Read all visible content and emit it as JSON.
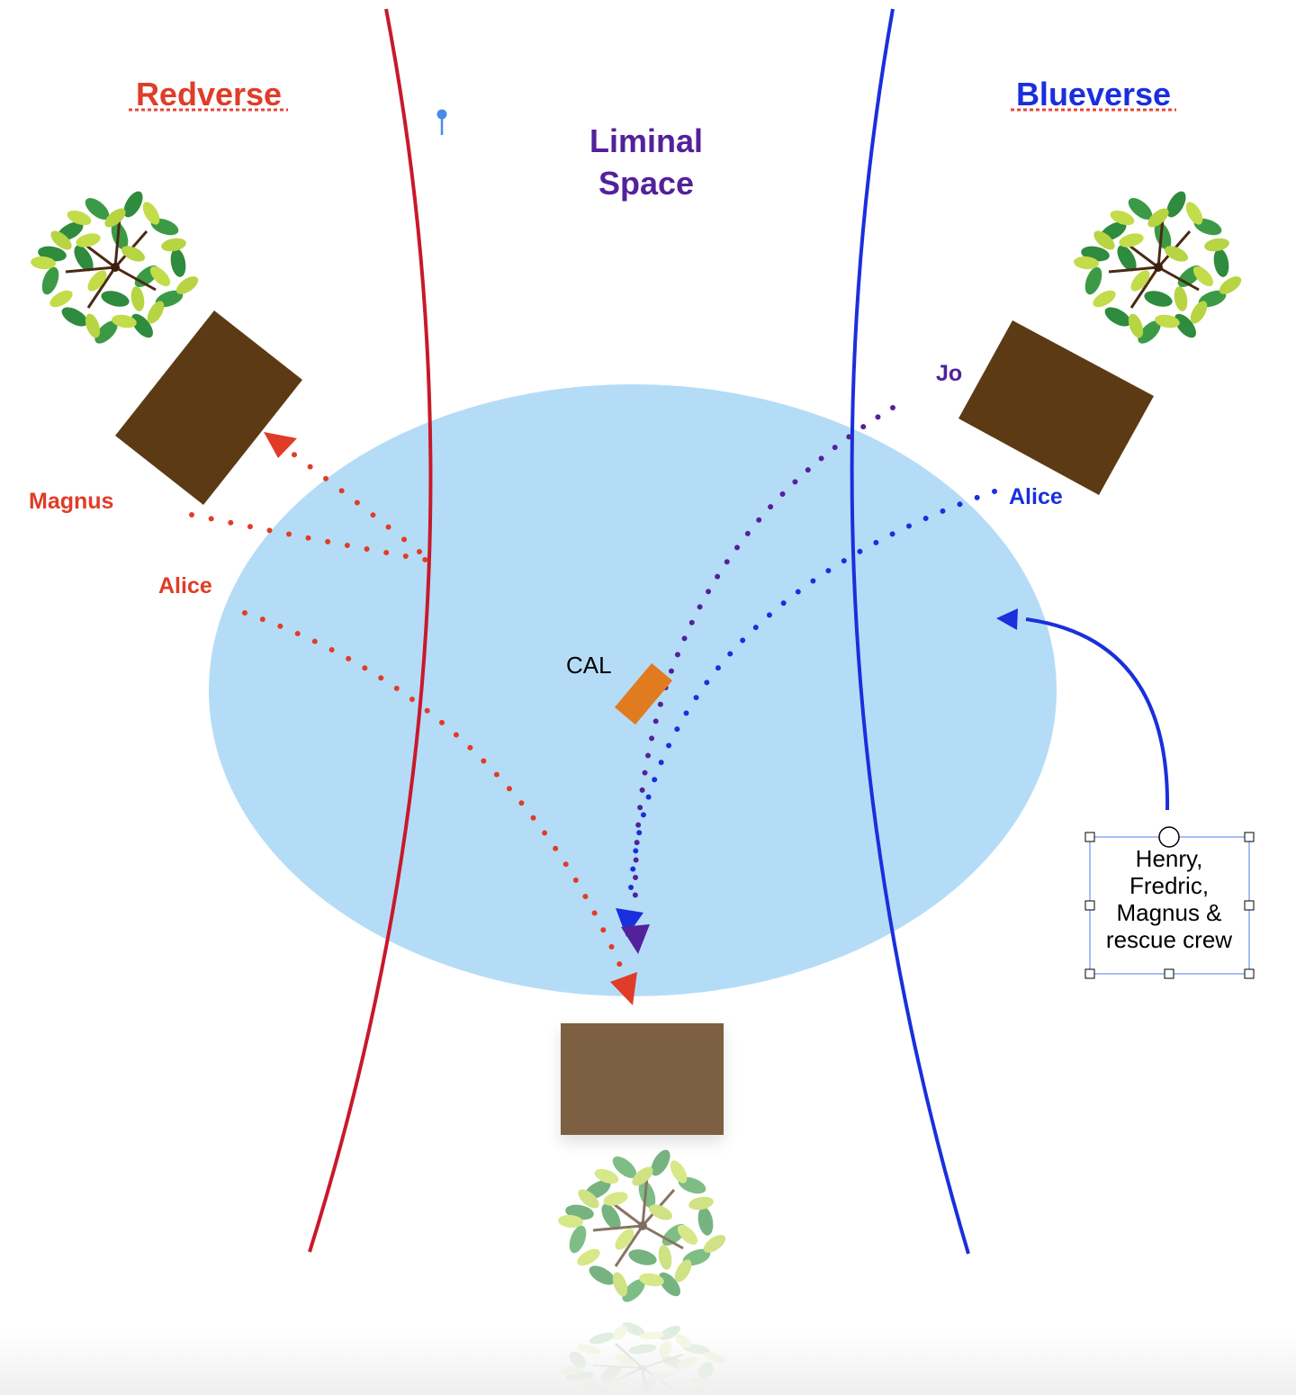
{
  "regions": {
    "redverse": {
      "label": "Redverse",
      "color": "#e03c27",
      "boundary_color": "#c8192b"
    },
    "liminal": {
      "label_line1": "Liminal",
      "label_line2": "Space",
      "color": "#53219a",
      "zone_color": "#b5dcf7"
    },
    "blueverse": {
      "label": "Blueverse",
      "color": "#1a2fdc",
      "boundary_color": "#1a2fdc"
    }
  },
  "characters": {
    "magnus_red": {
      "label": "Magnus",
      "color": "#e03c27"
    },
    "alice_red": {
      "label": "Alice",
      "color": "#e03c27"
    },
    "jo": {
      "label": "Jo",
      "color": "#53219a"
    },
    "alice_blue": {
      "label": "Alice",
      "color": "#1a2fdc"
    }
  },
  "objects": {
    "cal": {
      "label": "CAL",
      "color": "#e07b1f"
    },
    "building_color": "#5c3a14",
    "building_faded_color": "#7d6042"
  },
  "selected_text_box": {
    "lines": [
      "Henry,",
      "Fredric,",
      "Magnus &",
      "rescue crew"
    ],
    "selection_color": "#8aa8f0"
  },
  "spellcheck_underline_color": "#e8463a"
}
